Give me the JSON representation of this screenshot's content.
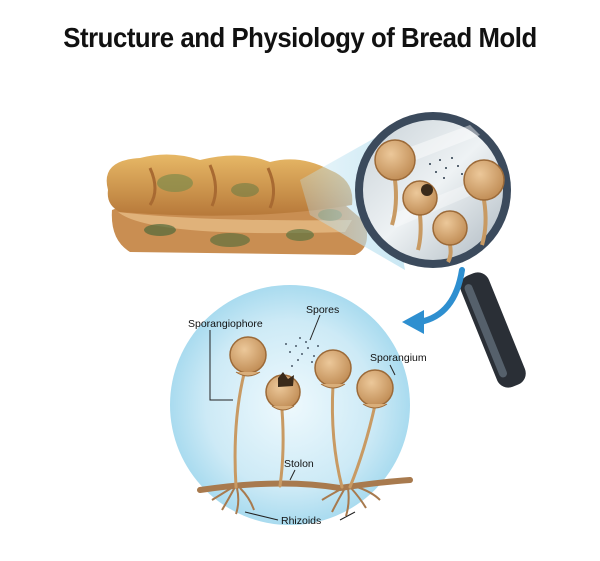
{
  "title": "Structure and Physiology of Bread Mold",
  "labels": {
    "sporangiophore": "Sporangiophore",
    "spores": "Spores",
    "sporangium": "Sporangium",
    "stolon": "Stolon",
    "rhizoids": "Rhizoids"
  },
  "colors": {
    "bubble": "#bfe6f4",
    "bubble_center": "#eaf7fc",
    "sporangium": "#d9ae7a",
    "stalk": "#c89a63",
    "stolon": "#a87a4e",
    "arrow": "#2e8fd0",
    "lens_frame": "#3b4a5c",
    "handle": "#2a2f36"
  }
}
